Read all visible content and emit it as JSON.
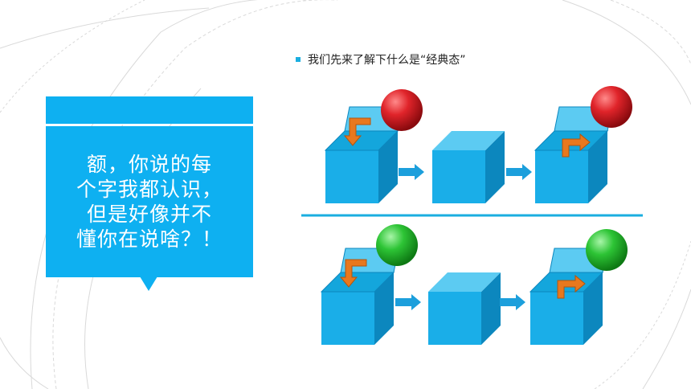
{
  "bullet": {
    "text": "我们先来了解下什么是“经典态”",
    "marker_color": "#1AAEE0"
  },
  "bubble": {
    "lines": [
      "额，你说的每",
      "个字我都认识，",
      "但是好像并不",
      "懂你在说啥？！"
    ],
    "color": "#0EB0F1",
    "text_color": "#FFFFFF"
  },
  "diagram": {
    "rows": [
      {
        "ball_color": "red",
        "steps": [
          {
            "box": "open",
            "arrow": "down"
          },
          {
            "box": "closed"
          },
          {
            "box": "open",
            "arrow": "up"
          }
        ]
      },
      {
        "ball_color": "green",
        "steps": [
          {
            "box": "open",
            "arrow": "down"
          },
          {
            "box": "closed"
          },
          {
            "box": "open",
            "arrow": "up"
          }
        ]
      }
    ],
    "colors": {
      "box_front": "#1AAEE8",
      "box_side": "#0C87BE",
      "box_top": "#5CCBF2",
      "box_inner": "#14A6DC",
      "transition_arrow": "#1C9FDC",
      "orange_arrow": "#E8781E",
      "divider": "#1AAEE0",
      "ball_red": "#E0242A",
      "ball_green": "#2DC435"
    }
  }
}
